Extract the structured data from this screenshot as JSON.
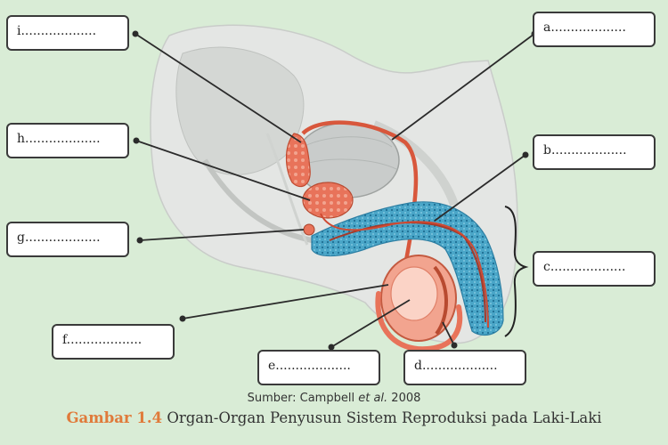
{
  "labels": {
    "a": "a...................",
    "b": "b...................",
    "c": "c...................",
    "d": "d...................",
    "e": "e...................",
    "f": "f...................",
    "g": "g...................",
    "h": "h...................",
    "i": "i..................."
  },
  "source": {
    "prefix": "Sumber: Campbell ",
    "etal": "et al.",
    "year": " 2008"
  },
  "caption": {
    "figure_number": "Gambar 1.4",
    "text": " Organ-Organ Penyusun Sistem Reproduksi pada Laki-Laki"
  },
  "colors": {
    "background": "#d9ecd6",
    "accent": "#e07a3a",
    "tissue_red": "#e8735a",
    "erectile_blue": "#4aa6c8"
  }
}
